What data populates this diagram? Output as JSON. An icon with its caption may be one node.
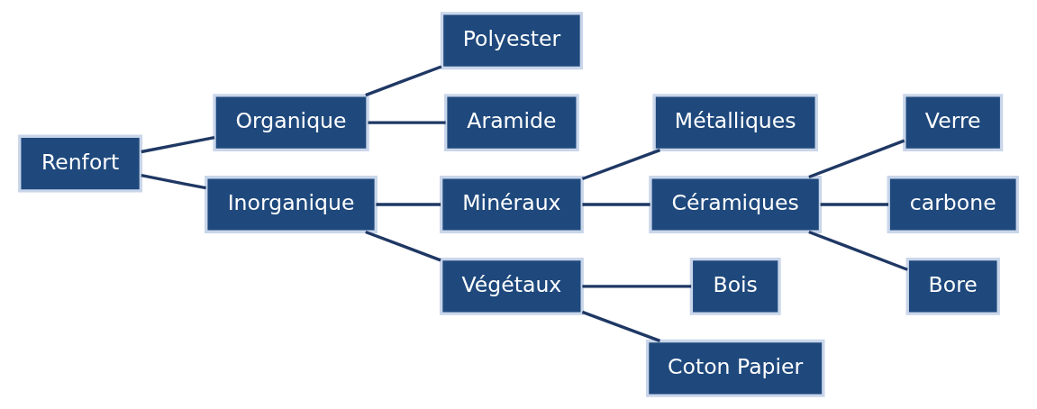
{
  "diagram": {
    "nodes": [
      {
        "text": [
          "Renfort"
        ]
      },
      {
        "text": [
          "Organique"
        ]
      },
      {
        "text": [
          "Polyester"
        ]
      },
      {
        "text": [
          "Aramide"
        ]
      },
      {
        "text": [
          "Inorganique"
        ]
      },
      {
        "text": [
          "Minéraux"
        ]
      },
      {
        "text": [
          "Métalliques"
        ]
      },
      {
        "text": [
          "Céramiques"
        ]
      },
      {
        "text": [
          "Verre"
        ]
      },
      {
        "text": [
          "carbone"
        ]
      },
      {
        "text": [
          "Bore"
        ]
      },
      {
        "text": [
          "Végétaux"
        ]
      },
      {
        "text": [
          "Bois"
        ]
      },
      {
        "text": [
          "Coton Papier"
        ]
      }
    ],
    "edges": [
      {
        "from": 0,
        "to": 1,
        "arrow": "none"
      },
      {
        "from": 0,
        "to": 4,
        "arrow": "none"
      },
      {
        "from": 1,
        "to": 2,
        "arrow": "none"
      },
      {
        "from": 1,
        "to": 3,
        "arrow": "none"
      },
      {
        "from": 4,
        "to": 5,
        "arrow": "none"
      },
      {
        "from": 4,
        "to": 11,
        "arrow": "none"
      },
      {
        "from": 5,
        "to": 6,
        "arrow": "none"
      },
      {
        "from": 5,
        "to": 7,
        "arrow": "none"
      },
      {
        "from": 7,
        "to": 8,
        "arrow": "none"
      },
      {
        "from": 7,
        "to": 9,
        "arrow": "none"
      },
      {
        "from": 7,
        "to": 10,
        "arrow": "none"
      },
      {
        "from": 11,
        "to": 12,
        "arrow": "none"
      },
      {
        "from": 11,
        "to": 13,
        "arrow": "none"
      }
    ]
  }
}
